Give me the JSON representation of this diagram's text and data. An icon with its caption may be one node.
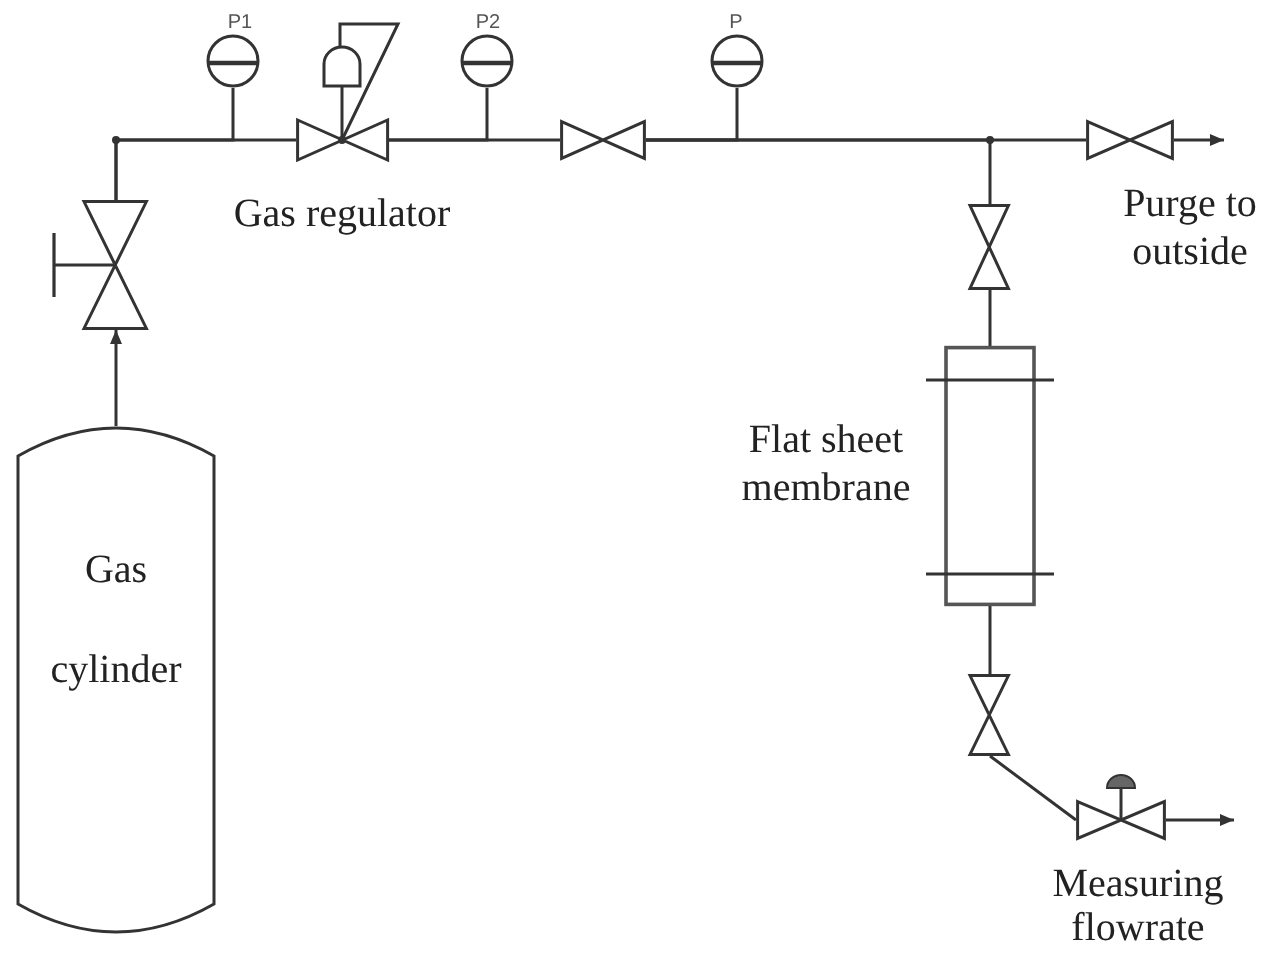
{
  "diagram": {
    "nodes": [
      {
        "text": [
          "Gas cylinder"
        ]
      },
      {
        "text": [],
        "shape": "valve"
      },
      {
        "text": [],
        "shape": "gauge",
        "beside": [
          "P1"
        ]
      },
      {
        "text": [],
        "shape": "regulator",
        "beside": [
          "Gas regulator"
        ]
      },
      {
        "text": [],
        "shape": "gauge",
        "beside": [
          "P2"
        ]
      },
      {
        "text": [],
        "shape": "valve"
      },
      {
        "text": [],
        "shape": "gauge",
        "beside": [
          "P"
        ]
      },
      {
        "text": [],
        "shape": "valve",
        "beside": [
          "Purge to outside"
        ]
      },
      {
        "text": [],
        "shape": "valve"
      },
      {
        "text": [],
        "shape": "box",
        "beside": [
          "Flat sheet membrane"
        ]
      },
      {
        "text": [],
        "shape": "valve"
      },
      {
        "text": [],
        "shape": "valve",
        "beside": [
          "Measuring flowrate"
        ]
      }
    ],
    "edges": [
      {
        "from": 0,
        "to": 1,
        "arrow": "to"
      },
      {
        "from": 1,
        "to": 2,
        "arrow": "none"
      },
      {
        "from": 1,
        "to": 3,
        "arrow": "none"
      },
      {
        "from": 3,
        "to": 4,
        "arrow": "none"
      },
      {
        "from": 3,
        "to": 5,
        "arrow": "none"
      },
      {
        "from": 5,
        "to": 6,
        "arrow": "none"
      },
      {
        "from": 5,
        "to": 7,
        "arrow": "none"
      },
      {
        "from": 5,
        "to": 8,
        "arrow": "none"
      },
      {
        "from": 7,
        "to": null,
        "arrow": "to"
      },
      {
        "from": 8,
        "to": 9,
        "arrow": "none"
      },
      {
        "from": 9,
        "to": 10,
        "arrow": "none"
      },
      {
        "from": 10,
        "to": 11,
        "arrow": "none"
      },
      {
        "from": 11,
        "to": null,
        "arrow": "to"
      }
    ]
  }
}
